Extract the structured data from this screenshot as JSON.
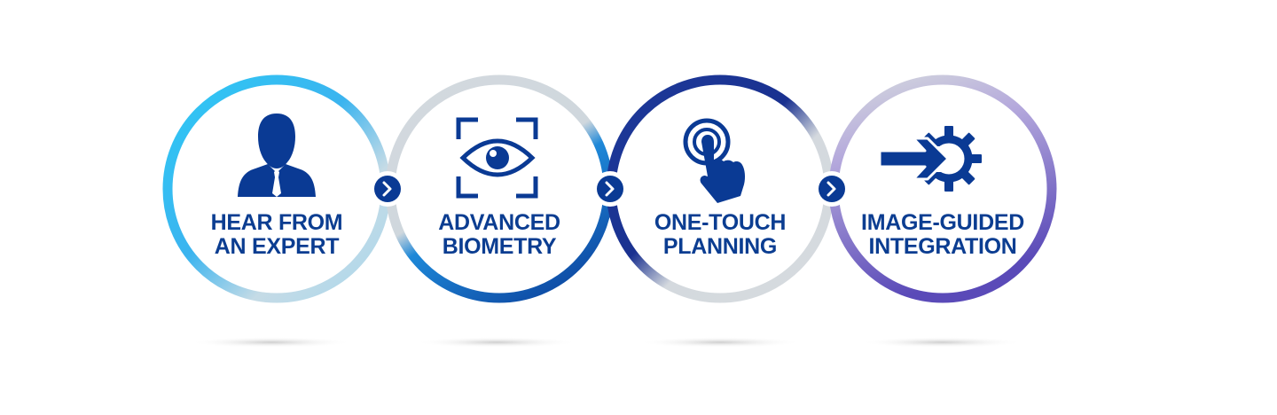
{
  "steps": [
    {
      "line1": "HEAR FROM",
      "line2": "AN EXPERT",
      "icon": "businessman-icon"
    },
    {
      "line1": "ADVANCED",
      "line2": "BIOMETRY",
      "icon": "eye-scan-icon"
    },
    {
      "line1": "ONE-TOUCH",
      "line2": "PLANNING",
      "icon": "touch-tap-icon"
    },
    {
      "line1": "IMAGE-GUIDED",
      "line2": "INTEGRATION",
      "icon": "arrow-gear-icon"
    }
  ],
  "connectors": [
    {
      "icon": "chevron-right-icon"
    },
    {
      "icon": "chevron-right-icon"
    },
    {
      "icon": "chevron-right-icon"
    }
  ],
  "colors": {
    "text": "#0b3d91",
    "icon": "#0a3a94",
    "ring_cyan": "#2ec8f5",
    "ring_blue": "#1565c0",
    "ring_navy": "#1a3190",
    "ring_purple": "#8b7bd0",
    "ring_gray": "#d3d9de",
    "connector_fill": "#0a3a94"
  }
}
